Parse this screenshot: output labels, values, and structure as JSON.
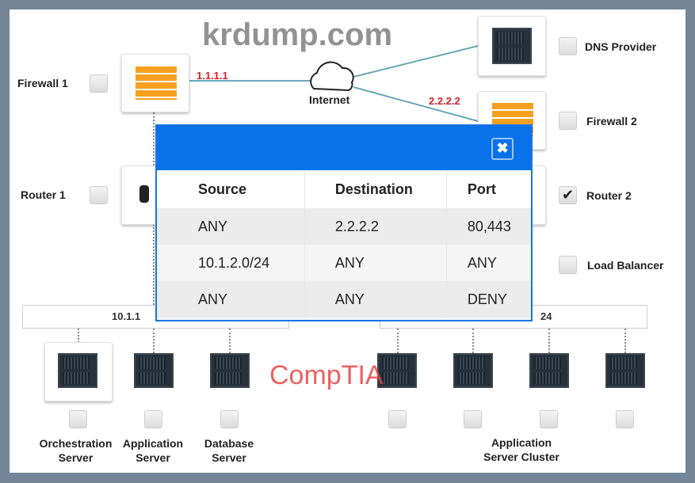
{
  "devices": {
    "firewall1": {
      "label": "Firewall 1",
      "ip": "1.1.1.1",
      "checked": false
    },
    "internet": {
      "label": "Internet"
    },
    "dns_provider": {
      "label": "DNS Provider",
      "checked": false
    },
    "firewall2": {
      "label": "Firewall 2",
      "ip": "2.2.2.2",
      "checked": false
    },
    "router1": {
      "label": "Router 1",
      "checked": false
    },
    "router2": {
      "label": "Router 2",
      "checked": true
    },
    "load_balancer": {
      "label": "Load Balancer",
      "checked": false
    }
  },
  "networks": {
    "left": "10.1.1",
    "right": "24"
  },
  "servers": {
    "orchestration": {
      "label1": "Orchestration",
      "label2": "Server"
    },
    "application": {
      "label1": "Application",
      "label2": "Server"
    },
    "database": {
      "label1": "Database",
      "label2": "Server"
    },
    "cluster": {
      "label1": "Application",
      "label2": "Server Cluster"
    }
  },
  "modal": {
    "close_icon": "close-icon",
    "headers": [
      "Source",
      "Destination",
      "Port"
    ],
    "rows": [
      [
        "ANY",
        "2.2.2.2",
        "80,443"
      ],
      [
        "10.1.2.0/24",
        "ANY",
        "ANY"
      ],
      [
        "ANY",
        "ANY",
        "DENY"
      ]
    ]
  },
  "watermarks": {
    "site": "krdump.com",
    "brand": "CompTIA"
  },
  "colors": {
    "accent": "#0a72e8",
    "ip": "#d0202c",
    "firewall": "#f7a020"
  }
}
